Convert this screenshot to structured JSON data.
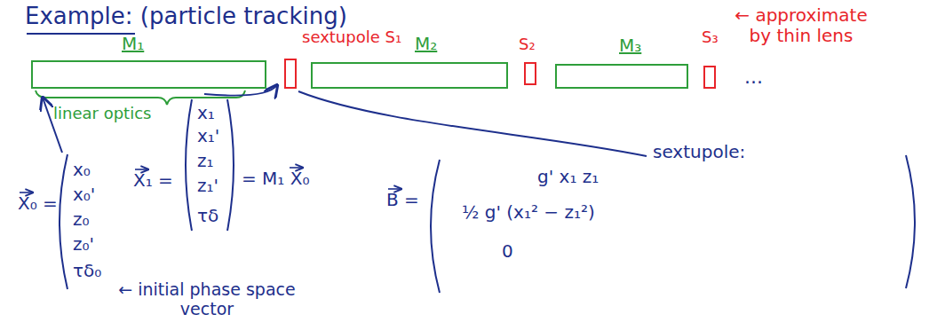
{
  "diagram": {
    "title": "Example: (particle tracking)",
    "nodes": [
      {
        "text": [
          "M₁"
        ]
      },
      {
        "text": [
          "sextupole S₁"
        ]
      },
      {
        "text": [
          "M₂"
        ]
      },
      {
        "text": [
          "S₂"
        ]
      },
      {
        "text": [
          "M₃"
        ]
      },
      {
        "text": [
          "S₃"
        ]
      }
    ],
    "labels": [
      "← approximate by thin lens",
      "...",
      "linear optics",
      "X₀ =",
      "x₀",
      "x₀'",
      "z₀",
      "z₀'",
      "τδ₀",
      "← initial phase space vector",
      "X₁ =",
      "x₁",
      "x₁'",
      "z₁",
      "z₁'",
      "τδ",
      "= M₁ X₀",
      "sextupole:",
      "B =",
      "g' x₁ z₁",
      "½ g' (x₁² − z₁²)",
      "0"
    ]
  }
}
